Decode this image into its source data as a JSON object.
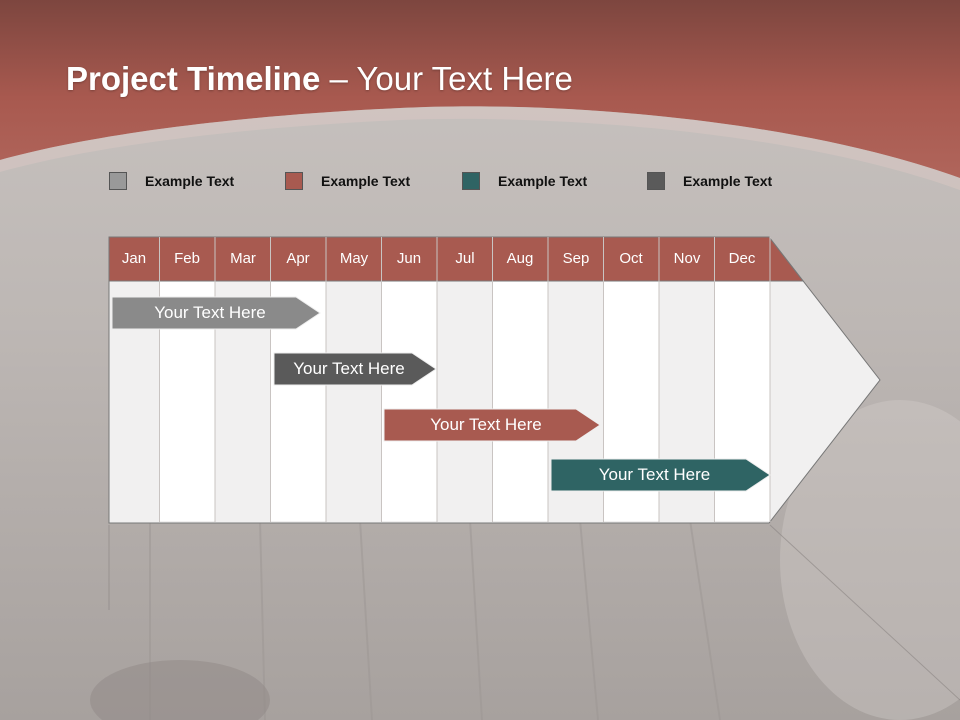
{
  "slide": {
    "title_bold": "Project Timeline",
    "title_rest": " – Your Text Here"
  },
  "legend": [
    {
      "label": "Example Text",
      "color": "#999999"
    },
    {
      "label": "Example Text",
      "color": "#a85a50"
    },
    {
      "label": "Example Text",
      "color": "#2f6464"
    },
    {
      "label": "Example Text",
      "color": "#5a5a5a"
    }
  ],
  "months": [
    "Jan",
    "Feb",
    "Mar",
    "Apr",
    "May",
    "Jun",
    "Jul",
    "Aug",
    "Sep",
    "Oct",
    "Nov",
    "Dec"
  ],
  "tasks": [
    {
      "label": "Your  Text Here",
      "color": "#8a8a8a"
    },
    {
      "label": "Your  Text Here",
      "color": "#5a5a5a"
    },
    {
      "label": "Your  Text Here",
      "color": "#a85a50"
    },
    {
      "label": "Your  Text Here",
      "color": "#2f6464"
    }
  ],
  "colors": {
    "header": "#a85a50",
    "banner": "#a8594f"
  }
}
